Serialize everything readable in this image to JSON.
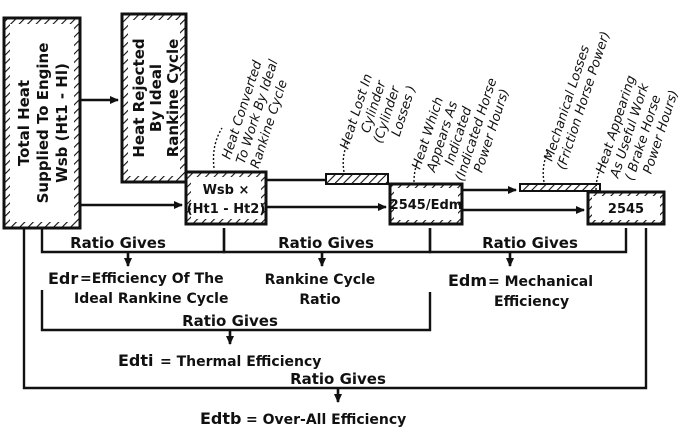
{
  "boxes": {
    "total_heat": {
      "line1": "Total Heat",
      "line2": "Supplied To Engine",
      "line3": "Wsb (Ht1 - Hl)"
    },
    "heat_rejected": {
      "line1": "Heat Rejected",
      "line2": "By Ideal",
      "line3": "Rankine Cycle"
    },
    "work_ideal": {
      "line1": "Wsb ×",
      "line2": "(Ht1 - Ht2)"
    },
    "indicated": {
      "text": "2545/Edm"
    },
    "brake": {
      "text": "2545"
    }
  },
  "annotations": {
    "heat_converted": [
      "Heat Converted",
      "To Work By Ideal",
      "Rankine Cycle"
    ],
    "heat_lost": [
      "Heat Lost In",
      "Cylinder",
      "(Cylinder",
      "Losses )"
    ],
    "heat_indicated": [
      "Heat Which",
      "Appears As",
      "Indicated",
      "(Indicated Horse",
      "Power Hours)"
    ],
    "mechanical_losses": [
      "Mechanical Losses",
      "(Friction Horse Power)"
    ],
    "heat_useful": [
      "Heat Appearing",
      "As Useful Work",
      "( Brake Horse",
      "Power Hours)"
    ]
  },
  "ratios": {
    "r1": "Ratio Gives",
    "r2": "Ratio Gives",
    "r3": "Ratio Gives",
    "r4": "Ratio Gives",
    "r5": "Ratio Gives"
  },
  "results": {
    "edr": {
      "sym": "Edr",
      "line1": "=Efficiency Of The",
      "line2": "Ideal Rankine Cycle"
    },
    "rankine_ratio": {
      "line1": "Rankine Cycle",
      "line2": "Ratio"
    },
    "edm": {
      "sym": "Edm",
      "line1": "= Mechanical",
      "line2": "Efficiency"
    },
    "edti": {
      "sym": "Edti",
      "text": "= Thermal Efficiency"
    },
    "edtb": {
      "sym": "Edtb",
      "text": "= Over-All Efficiency"
    }
  }
}
